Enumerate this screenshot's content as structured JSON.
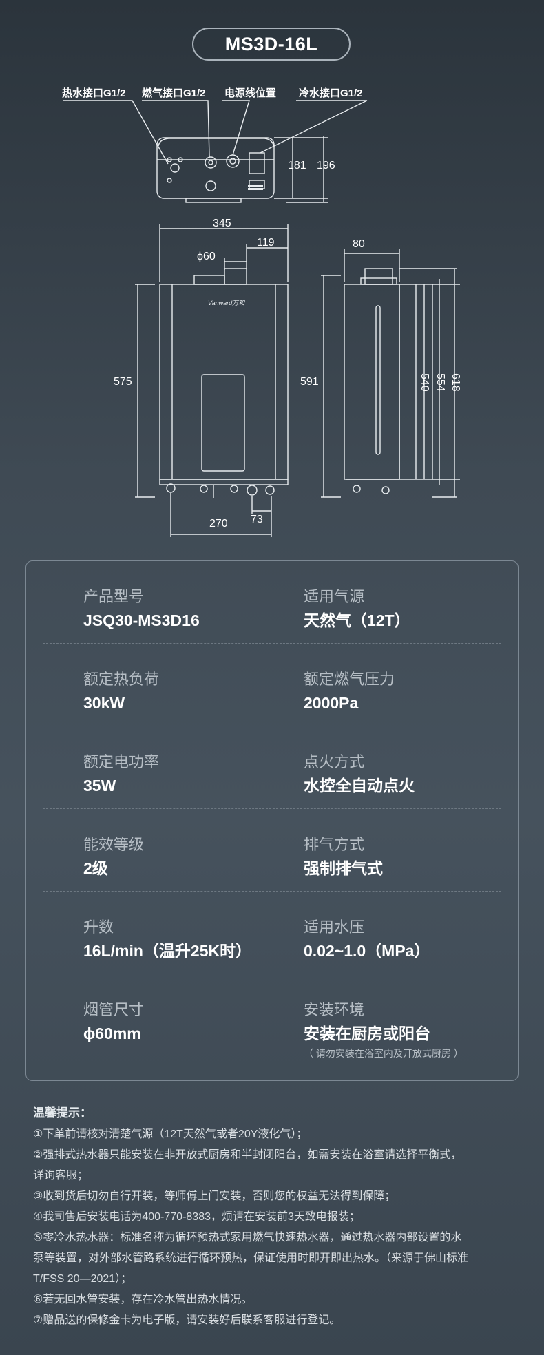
{
  "title": "MS3D-16L",
  "brand_text": "Vanward万和",
  "top_view": {
    "labels": [
      "热水接口G1/2",
      "燃气接口G1/2",
      "电源线位置",
      "冷水接口G1/2"
    ],
    "dims": [
      "181",
      "196"
    ]
  },
  "front_view": {
    "dims": [
      "345",
      "119",
      "ϕ60",
      "575",
      "270",
      "73"
    ]
  },
  "side_view": {
    "dims": [
      "80",
      "591",
      "540",
      "554",
      "618"
    ]
  },
  "specs": [
    {
      "left_key": "产品型号",
      "left_val": "JSQ30-MS3D16",
      "right_key": "适用气源",
      "right_val": "天然气（12T）"
    },
    {
      "left_key": "额定热负荷",
      "left_val": "30kW",
      "right_key": "额定燃气压力",
      "right_val": "2000Pa"
    },
    {
      "left_key": "额定电功率",
      "left_val": "35W",
      "right_key": "点火方式",
      "right_val": "水控全自动点火"
    },
    {
      "left_key": "能效等级",
      "left_val": "2级",
      "right_key": "排气方式",
      "right_val": "强制排气式"
    },
    {
      "left_key": "升数",
      "left_val": "16L/min（温升25K时）",
      "right_key": "适用水压",
      "right_val": "0.02~1.0（MPa）"
    },
    {
      "left_key": "烟管尺寸",
      "left_val": "ϕ60mm",
      "right_key": "安装环境",
      "right_val": "安装在厨房或阳台",
      "right_note": "（ 请勿安装在浴室内及开放式厨房 ）"
    }
  ],
  "notes": {
    "heading": "温馨提示：",
    "lines": [
      "①下单前请核对清楚气源（12T天然气或者20Y液化气）；",
      "②强排式热水器只能安装在非开放式厨房和半封闭阳台，如需安装在浴室请选择平衡式，",
      "详询客服；",
      "③收到货后切勿自行开装，等师傅上门安装，否则您的权益无法得到保障；",
      "④我司售后安装电话为400-770-8383，烦请在安装前3天致电报装；",
      "⑤零冷水热水器：标准名称为循环预热式家用燃气快速热水器，通过热水器内部设置的水",
      "泵等装置，对外部水管路系统进行循环预热，保证使用时即开即出热水。（来源于佛山标准",
      "T/FSS 20—2021）；",
      "⑥若无回水管安装，存在冷水管出热水情况。",
      "⑦赠品送的保修金卡为电子版，请安装好后联系客服进行登记。"
    ]
  }
}
